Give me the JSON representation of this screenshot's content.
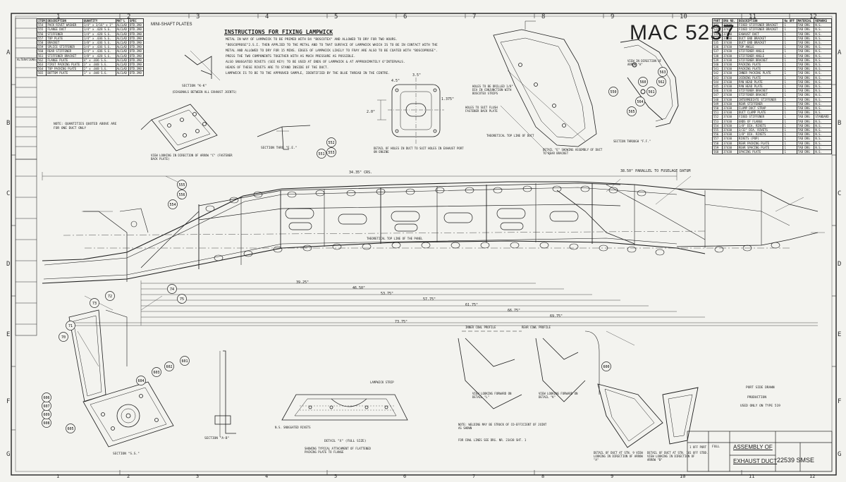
{
  "stamp": "MAC 5237",
  "grid_numbers": [
    "1",
    "2",
    "3",
    "4",
    "5",
    "6",
    "7",
    "8",
    "9",
    "10",
    "11",
    "12"
  ],
  "grid_letters": [
    "A",
    "B",
    "C",
    "D",
    "E",
    "F",
    "G"
  ],
  "instructions": {
    "title": "INSTRUCTIONS FOR FIXING LAMPWICK",
    "lines": [
      "METAL IN WAY OF LAMPWICK TO BE PRIMED WITH D4 \"BOSCOTEX\" AND ALLOWED TO DRY FOR TWO HOURS.",
      "\"BOSCOPROSE\"2.S.I. THEN APPLIED TO THE METAL AND TO THAT SURFACE OF LAMPWICK WHICH IS TO BE IN CONTACT WITH THE",
      "METAL AND ALLOWED TO DRY FOR 15 MINS. EDGES OF LAMPWICK LIKELY TO FRAY ARE ALSO TO BE COATED WITH \"BOSCOPROSE\".",
      "PRESS THE TWO COMPONENTS TOGETHER WITH AS MUCH PRESSURE AS POSSIBLE.",
      "ALSO SNUGGATED RIVETS (SEE KEY) TO BE USED AT ENDS OF LAMPWICK & AT APPROXIMATELY 6\"INTERVALS.",
      "HEADS OF THESE RIVETS ARE TO STAND INSIDE OF THE DUCT.",
      "LAMPWICK IS TO BE TO THE APPROVED SAMPLE, IDENTIFIED BY THE BLUE THREAD IN THE CENTRE."
    ]
  },
  "left_table": {
    "headers": [
      "ITEM",
      "DESCRIPTION",
      "QUANTITY",
      "MAT'L",
      "SPEC"
    ],
    "rows": [
      [
        "554",
        "PACK RIVET WASHER",
        "1/4\" x 3/16\" x 1\"",
        "ALCLAD",
        "DTD.390"
      ],
      [
        "555",
        "FLANGE DUCT",
        "1/4\" x .028 S.G.",
        "ALCLAD",
        "DTD.390"
      ],
      [
        "556",
        "STIFFENER",
        "1/4\" x .028 S.G.",
        "ALCLAD",
        "DTD.390"
      ],
      [
        "557",
        "TOP PLATE",
        "1/4\" x .036 S.G.",
        "ALCLAD",
        "DTD.390"
      ],
      [
        "558",
        "BRACKET",
        "3/8\" x .036 S.G.",
        "ALCLAD",
        "DTD.390"
      ],
      [
        "559",
        "SPLICE STIFFENER",
        "3/4\" x .036 S.G.",
        "ALCLAD",
        "DTD.390"
      ],
      [
        "560",
        "REAR STIFFENER",
        "3/4\" x .036 S.G.",
        "ALCLAD",
        "DTD.390"
      ],
      [
        "561",
        "STIFFENER BRACKET",
        "3/8\" x .028 S.G.",
        "ALCLAD",
        "DTD.390"
      ],
      [
        "562",
        "FLANGE PLATE",
        "4\" x .036 S.G.",
        "ALCLAD",
        "DTD.390"
      ],
      [
        "563",
        "FIRST PACKING PLATE",
        "3\" x .048 S.G.",
        "ALCLAD",
        "DTD.390"
      ],
      [
        "564",
        "TOP PACKING PLATE",
        "2\" x .048 S.G.",
        "ALCLAD",
        "DTD.390"
      ],
      [
        "565",
        "BOTTOM PLATE",
        "1\" x .048 S.G.",
        "ALCLAD",
        "DTD.390"
      ]
    ]
  },
  "alterations_label": "ALTERATIONS",
  "note_quantities": "NOTE: QUANTITIES QUOTED ABOVE ARE FOR ONE DUCT ONLY",
  "mini_label": "MINI-SHAFT PLATES",
  "right_table": {
    "headers": [
      "PART",
      "DRG NO.",
      "DESCRIPTION",
      "No OFF",
      "MATERIAL",
      "REMARKS"
    ],
    "rows": [
      [
        "531",
        "37430",
        "FIXED STIFFENER BRACKET",
        "1",
        "TAB DRG",
        "N.S."
      ],
      [
        "532",
        "37430",
        "FIXED STIFFENER BRACKET",
        "1",
        "TAB DRG",
        "N.S."
      ],
      [
        "533",
        "37430",
        "EXHAUST DUCT",
        "1",
        "TAB DRG",
        "N.S."
      ],
      [
        "534",
        "37430",
        "DUCT END BRACKET",
        "1",
        "TAB DRG",
        "N.S."
      ],
      [
        "535",
        "37430",
        "DUCT END BRACKET",
        "1",
        "TAB DRG",
        "N.S."
      ],
      [
        "536",
        "37430",
        "TOP ANGLE",
        "1",
        "TAB DRG",
        "N.S."
      ],
      [
        "537",
        "37430",
        "STIFFENER ANGLE",
        "1",
        "TAB DRG",
        "N.S."
      ],
      [
        "538",
        "37430",
        "STIFFENER ANGLE",
        "1",
        "TAB DRG",
        "N.S."
      ],
      [
        "539",
        "37430",
        "STIFFENER BRACKET",
        "1",
        "TAB DRG",
        "N.S."
      ],
      [
        "540",
        "37430",
        "PACKING PLATE",
        "1",
        "TAB DRG",
        "N.S."
      ],
      [
        "541",
        "37430",
        "PACKING PLATE",
        "1",
        "TAB DRG",
        "N.S."
      ],
      [
        "542",
        "37430",
        "INNER PACKING PLATE",
        "1",
        "TAB DRG",
        "N.S."
      ],
      [
        "543",
        "37430",
        "JOINING PLATE",
        "1",
        "TAB DRG",
        "N.S."
      ],
      [
        "544",
        "37430",
        "PAN HEAD PLATE",
        "1",
        "TAB DRG",
        "N.S."
      ],
      [
        "545",
        "37430",
        "PAN HEAD PLATE",
        "1",
        "TAB DRG",
        "N.S."
      ],
      [
        "546",
        "37430",
        "STIFFENER BRACKET",
        "1",
        "TAB DRG",
        "N.S."
      ],
      [
        "547",
        "37430",
        "STIFFENER BRACKET",
        "1",
        "TAB DRG",
        "N.S."
      ],
      [
        "548",
        "37430",
        "INTERMEDIATE STIFFENER",
        "1",
        "TAB DRG",
        "N.S."
      ],
      [
        "549",
        "37430",
        "REAR STIFFENER",
        "1",
        "TAB DRG",
        "N.S."
      ],
      [
        "550",
        "37430",
        "CLAMP DUCT STRAP",
        "1",
        "TAB DRG",
        "N.S."
      ],
      [
        "551",
        "37430",
        "DUCT CLAMP PLATE",
        "1",
        "TAB DRG",
        "N.S."
      ],
      [
        "552",
        "37430",
        "FIXED STIFFENER",
        "1",
        "TAB DRG",
        "STANDARD"
      ],
      [
        "553",
        "37430",
        "ENDS OF FLANGE",
        "1",
        "TAB DRG",
        "N.S."
      ],
      [
        "554",
        "37430",
        "1/8\" DIA. RIVETS",
        "1",
        "TAB DRG",
        "N.S."
      ],
      [
        "555",
        "37430",
        "3/32\" DIA. RIVETS",
        "1",
        "TAB DRG",
        "N.S."
      ],
      [
        "556",
        "37430",
        "1/8\" DIA. RIVETS",
        "1",
        "TAB DRG",
        "N.S."
      ],
      [
        "557",
        "37430",
        "RIVETS (POP)",
        "1",
        "TAB DRG",
        "N.S."
      ],
      [
        "558",
        "37430",
        "REAR PACKING PLATE",
        "1",
        "TAB DRG",
        "N.S."
      ],
      [
        "559",
        "37430",
        "REAR SPACING PLATE",
        "1",
        "TAB DRG",
        "N.S."
      ],
      [
        "560",
        "37430",
        "SPACING PLATE",
        "1",
        "TAB DRG",
        "N.S."
      ]
    ]
  },
  "labels": {
    "section_k": "SECTION \"K-K\"",
    "section_k_sub": "(DIAGONALS BETWEEN ALL EXHAUST JOINTS)",
    "view_arrow": "VIEW LOOKING IN DIRECTION OF ARROW \"C\" (FASTENER BACK PLATE)",
    "section_e": "SECTION THRO \"E.E.\"",
    "detail_holes": "DETAIL OF HOLES IN DUCT TO SUIT HOLES IN EXHAUST PORT ON ENGINE",
    "detail_e": "DETAIL \"E\" SHOWING ASSEMBLY OF DUCT TO REAR BRACKET",
    "section_f": "SECTION THROUGH \"F.F.\"",
    "view_direction": "VIEW IN DIRECTION OF ARROW \"A\"",
    "flush_holes": "HOLES TO SUIT FLUSH FASTENER BACK PLATE",
    "rivet_holes": "HOLES TO BE DRILLED 1/8\" DIA IN CONJUNCTION WITH BOSCOTEX STRIPS",
    "detail_x": "DETAIL \"X\" (FULL SIZE)",
    "detail_x_sub": "SHOWING TYPICAL ATTACHMENT OF FLATTENED PACKING PLATE TO FLANGE",
    "view_fwd": "VIEW LOOKING FORWARD ON DETAIL \"L\"",
    "view_fwd2": "VIEW LOOKING FORWARD ON DETAIL \"K\"",
    "detail_cp": "DETAIL OF DUCT AT STN. 9 VIEW LOOKING IN DIRECTION OF ARROW \"A\"",
    "detail_cp2": "DETAIL OF DUCT AT STN. 10 VIEW LOOKING IN DIRECTION OF ARROW \"B\"",
    "section_ss": "SECTION \"S.S.\"",
    "section_ab": "SECTION \"A-B\"",
    "port_side": "PORT SIDE DRAWN",
    "production": "PRODUCTION",
    "used_on": "USED ONLY ON TYPE 519",
    "note_lower": "NOTE: WELDING MAY BE STRUCK OF CO-EFFICIENT OF JOINT AS SHOWN",
    "see_cowl": "FOR COWL LINES SEE DRG. NR. 23438 SHT. 1",
    "ns_snug": "N.S. SNUGGATED RIVETS",
    "lampwick": "LAMPWICK STRIP",
    "inner_cowl": "INNER COWL PROFILE",
    "rear_cowl": "REAR COWL PROFILE",
    "centre_line": "THEORETICAL TOP LINE OF DUCT",
    "flange_line": "THEORETICAL TOP LINE OF THE PANEL"
  },
  "dimensions": [
    "34.35\" CRS.",
    "39.25\"",
    "46.50\"",
    "53.75\"",
    "57.75\"",
    "61.75\"",
    "66.75\"",
    "69.75\"",
    "73.75\"",
    "38.50\" PARALLEL TO FUSELAGE DATUM",
    "4.5\"",
    "3.5\"",
    "1.375\"",
    "2.0\""
  ],
  "balloons": [
    "556",
    "555",
    "554",
    "553",
    "552",
    "551",
    "550",
    "560",
    "561",
    "562",
    "563",
    "564",
    "565",
    "608",
    "609",
    "607",
    "606",
    "605",
    "604",
    "603",
    "602",
    "601",
    "600",
    "70",
    "71",
    "72",
    "73",
    "74",
    "75"
  ],
  "title_block": {
    "title1": "ASSEMBLY OF",
    "title2": "EXHAUST DUCT",
    "drawing_no": "22539 SMSE",
    "scale": "FULL",
    "off_lines": [
      "1 OFF PORT",
      "1 OFF STBD."
    ]
  }
}
